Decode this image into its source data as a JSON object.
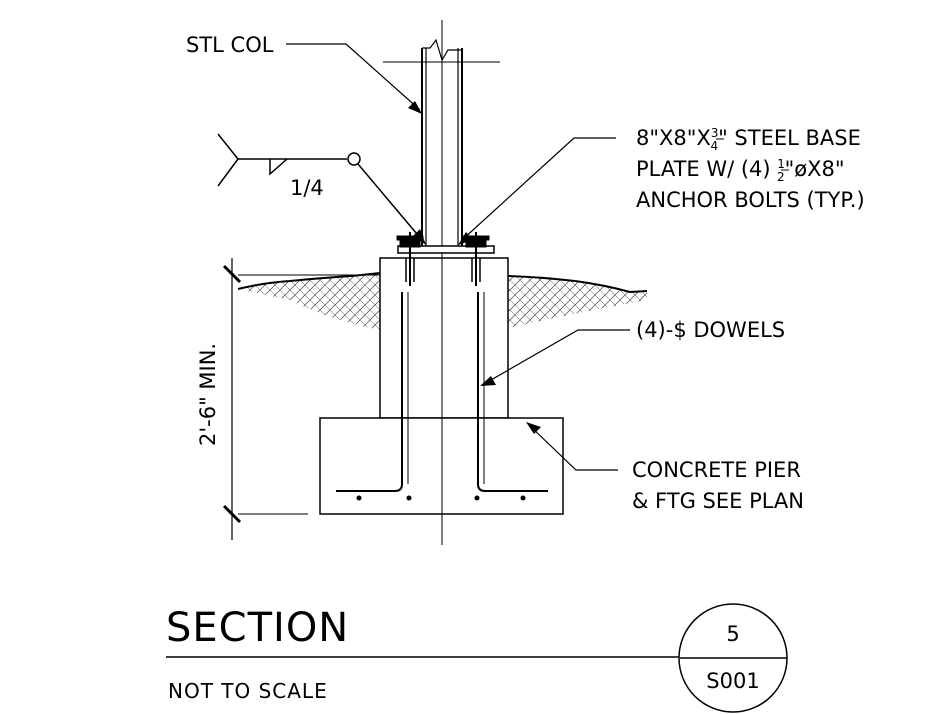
{
  "labels": {
    "column": "STL COL",
    "weld": "1/4",
    "base_plate": [
      "8\"X8\"X",
      "\" STEEL BASE",
      "PLATE W/ (4) ",
      "\"øX8\"",
      "ANCHOR BOLTS  (TYP.)"
    ],
    "frac_34": {
      "num": "3",
      "den": "4"
    },
    "frac_12": {
      "num": "1",
      "den": "2"
    },
    "dowels": "(4)-$ DOWELS",
    "pier": [
      "CONCRETE PIER",
      "& FTG SEE PLAN"
    ],
    "depth": "2'-6\" MIN."
  },
  "title_block": {
    "title": "SECTION",
    "scale": "NOT TO SCALE",
    "detail_number": "5",
    "sheet": "S001"
  }
}
